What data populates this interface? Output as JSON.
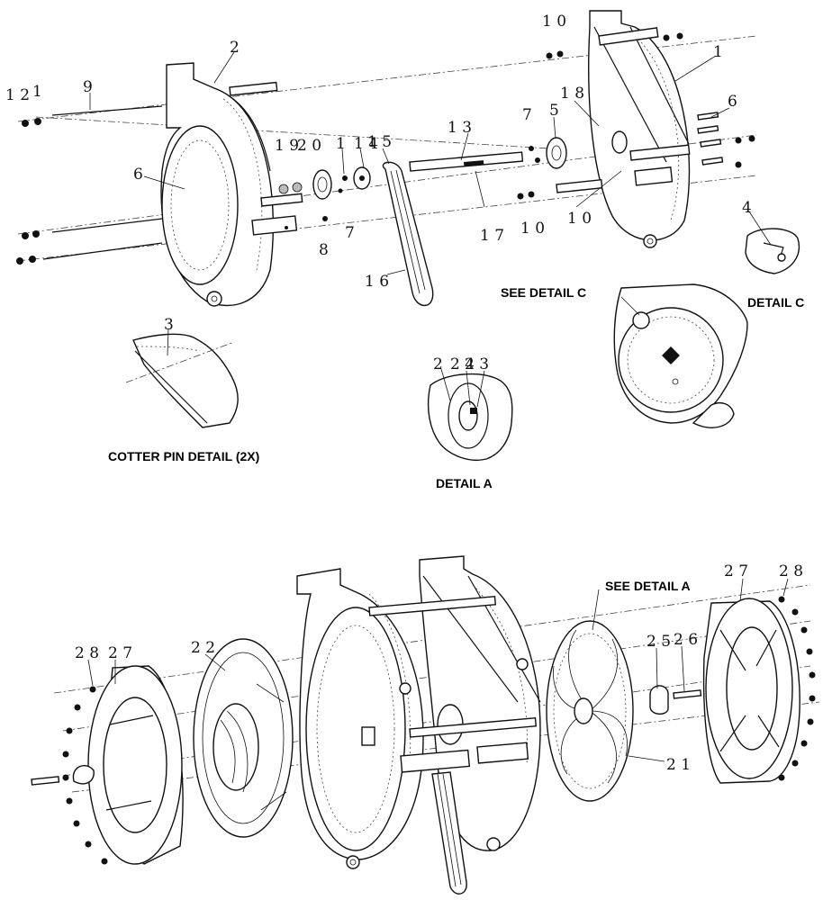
{
  "callouts": {
    "c1_top_right": "1",
    "c2_top": "2",
    "c3_cotter": "3",
    "c4_detail_c": "4",
    "c5_pulley_right": "5",
    "c6_right": "6",
    "c6_left": "6",
    "c7_right": "7",
    "c7_left": "7",
    "c8": "8",
    "c9": "9",
    "c10_top": "1 0",
    "c10_bottom": "1 0",
    "c10_lower_right": "1 0",
    "c11": "1",
    "c12": "1 2",
    "c13": "1 3",
    "c14": "1 4",
    "c15": "1 5",
    "c16": "1 6",
    "c17": "1 7",
    "c18": "1 8",
    "c19": "1 9",
    "c20": "2 0",
    "c21": "2 1",
    "c22": "2 2",
    "c23": "2 3",
    "c24": "2 4",
    "c25": "2 5",
    "c26": "2 6",
    "c27_left": "2 7",
    "c27_right": "2 7",
    "c28_left": "2 8",
    "c28_right": "2 8",
    "c2_detail_a": "2"
  },
  "captions": {
    "cotter_pin_detail": "COTTER PIN DETAIL (2X)",
    "detail_a": "DETAIL  A",
    "detail_c": "DETAIL  C",
    "see_detail_c": "SEE DETAIL  C",
    "see_detail_a": "SEE DETAIL  A"
  }
}
